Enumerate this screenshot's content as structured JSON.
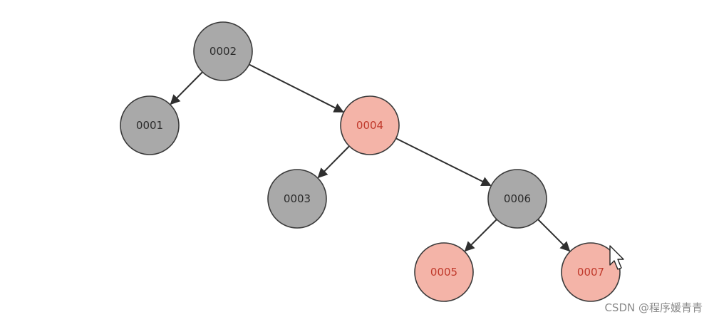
{
  "tree": {
    "nodes": [
      {
        "id": "0002",
        "label": "0002",
        "color": "black"
      },
      {
        "id": "0001",
        "label": "0001",
        "color": "black"
      },
      {
        "id": "0004",
        "label": "0004",
        "color": "red"
      },
      {
        "id": "0003",
        "label": "0003",
        "color": "black"
      },
      {
        "id": "0006",
        "label": "0006",
        "color": "black"
      },
      {
        "id": "0005",
        "label": "0005",
        "color": "red"
      },
      {
        "id": "0007",
        "label": "0007",
        "color": "red"
      }
    ],
    "edges": [
      {
        "from": "0002",
        "to": "0001"
      },
      {
        "from": "0002",
        "to": "0004"
      },
      {
        "from": "0004",
        "to": "0003"
      },
      {
        "from": "0004",
        "to": "0006"
      },
      {
        "from": "0006",
        "to": "0005"
      },
      {
        "from": "0006",
        "to": "0007"
      }
    ]
  },
  "palette": {
    "black_fill": "#a9a9a9",
    "black_text": "#2b2b2b",
    "red_fill": "#f4b4a8",
    "red_text": "#c0392b",
    "stroke": "#3a3a3a",
    "edge": "#2f2f2f"
  },
  "watermark": {
    "text": "CSDN @程序媛青青"
  }
}
